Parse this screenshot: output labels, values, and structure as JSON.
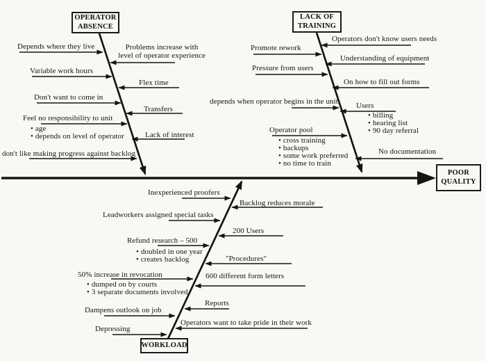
{
  "diagram": {
    "type": "fishbone-cause-effect",
    "boxes": {
      "operator_absence": "OPERATOR\nABSENCE",
      "lack_of_training": "LACK OF\nTRAINING",
      "workload": "WORKLOAD",
      "effect": "POOR\nQUALITY"
    },
    "branches": {
      "operator_absence": {
        "causes": [
          {
            "text": "Depends where they live"
          },
          {
            "text": "Problems increase with\nlevel of operator experience"
          },
          {
            "text": "Variable work hours"
          },
          {
            "text": "Flex time"
          },
          {
            "text": "Don't want to come in"
          },
          {
            "text": "Transfers"
          },
          {
            "text": "Feel no responsibility to unit",
            "bullets": [
              "age",
              "depends on level of operator"
            ]
          },
          {
            "text": "Lack of interest"
          },
          {
            "text": "don't like making progress against backlog"
          }
        ]
      },
      "lack_of_training": {
        "causes": [
          {
            "text": "Operators don't know users needs"
          },
          {
            "text": "Promote rework"
          },
          {
            "text": "Understanding of equipment"
          },
          {
            "text": "Pressure from users"
          },
          {
            "text": "On how to fill out forms"
          },
          {
            "text": "depends when operator begins in the unit"
          },
          {
            "text": "Users",
            "bullets": [
              "billing",
              "hearing list",
              "90 day referral"
            ]
          },
          {
            "text": "Operator pool",
            "bullets": [
              "cross training",
              "backups",
              "some work preferred",
              "no time to train"
            ]
          },
          {
            "text": "No documentation"
          }
        ]
      },
      "workload": {
        "causes": [
          {
            "text": "Inexperienced proofers"
          },
          {
            "text": "Backlog reduces morale"
          },
          {
            "text": "Leadworkers assigned special tasks"
          },
          {
            "text": "200 Users"
          },
          {
            "text": "Refund research – 500",
            "bullets": [
              "doubled in one year",
              "creates backlog"
            ]
          },
          {
            "text": "\"Procedures\""
          },
          {
            "text": "50% increase in revocation",
            "bullets": [
              "dumped on by courts",
              "3 separate documents involved"
            ]
          },
          {
            "text": "600 different form letters"
          },
          {
            "text": "Reports"
          },
          {
            "text": "Dampens outlook on job"
          },
          {
            "text": "Operators want to take pride in their work"
          },
          {
            "text": "Depressing"
          }
        ]
      }
    },
    "colors": {
      "ink": "#151515",
      "background": "#f8f8f4"
    }
  }
}
